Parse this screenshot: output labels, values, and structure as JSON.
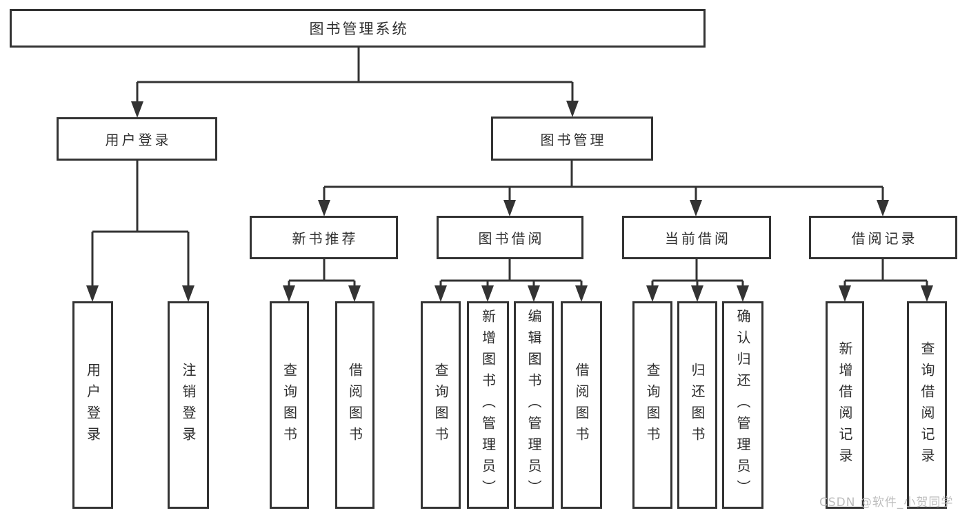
{
  "diagram": {
    "title": "图书管理系统",
    "watermark": "CSDN @软件_小贺同学",
    "colors": {
      "line": "#333333",
      "box_border": "#333333",
      "box_fill": "#ffffff",
      "text": "#2e2e2e",
      "watermark": "#bdbdbd",
      "background": "#ffffff"
    },
    "nodes": {
      "root": "图书管理系统",
      "user_login": "用户登录",
      "book_mgmt": "图书管理",
      "login_action": "用户登录",
      "logout_action": "注销登录",
      "new_book_rec": "新书推荐",
      "book_borrow": "图书借阅",
      "current_borrow": "当前借阅",
      "borrow_records": "借阅记录",
      "query_book_rec": "查询图书",
      "borrow_book_rec": "借阅图书",
      "query_book_borrow": "查询图书",
      "add_book_admin": "新增图书（管理员）",
      "edit_book_admin": "编辑图书（管理员）",
      "borrow_book_borrow": "借阅图书",
      "query_book_current": "查询图书",
      "return_book": "归还图书",
      "confirm_return_admin": "确认归还（管理员）",
      "add_borrow_record": "新增借阅记录",
      "query_borrow_record": "查询借阅记录"
    },
    "hierarchy": {
      "图书管理系统": [
        "用户登录",
        "图书管理"
      ],
      "用户登录": [
        "用户登录",
        "注销登录"
      ],
      "图书管理": [
        "新书推荐",
        "图书借阅",
        "当前借阅",
        "借阅记录"
      ],
      "新书推荐": [
        "查询图书",
        "借阅图书"
      ],
      "图书借阅": [
        "查询图书",
        "新增图书（管理员）",
        "编辑图书（管理员）",
        "借阅图书"
      ],
      "当前借阅": [
        "查询图书",
        "归还图书",
        "确认归还（管理员）"
      ],
      "借阅记录": [
        "新增借阅记录",
        "查询借阅记录"
      ]
    }
  }
}
